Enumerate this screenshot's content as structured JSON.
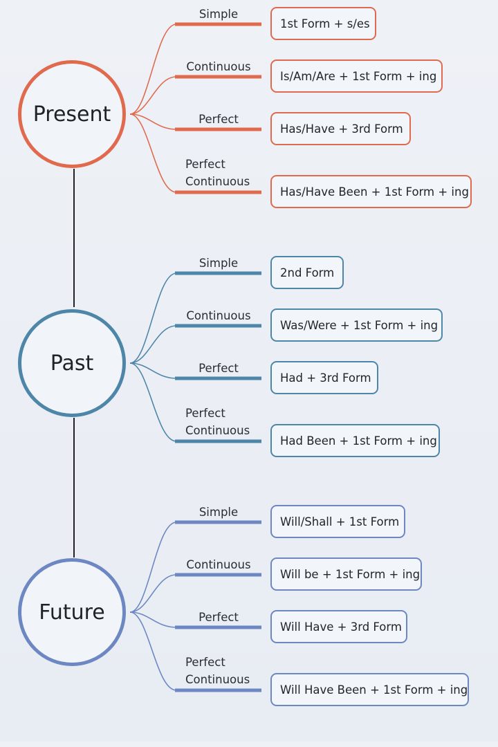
{
  "tenses": [
    {
      "name": "Present",
      "color": "#e06a4d",
      "aspects": [
        {
          "label": "Simple",
          "formula": "1st Form + s/es"
        },
        {
          "label": "Continuous",
          "formula": "Is/Am/Are + 1st Form + ing"
        },
        {
          "label": "Perfect",
          "formula": "Has/Have + 3rd Form"
        },
        {
          "label": "Perfect\nContinuous",
          "formula": "Has/Have Been + 1st Form + ing"
        }
      ]
    },
    {
      "name": "Past",
      "color": "#4e86a8",
      "aspects": [
        {
          "label": "Simple",
          "formula": "2nd Form"
        },
        {
          "label": "Continuous",
          "formula": "Was/Were + 1st Form + ing"
        },
        {
          "label": "Perfect",
          "formula": "Had + 3rd Form"
        },
        {
          "label": "Perfect\nContinuous",
          "formula": "Had Been + 1st Form + ing"
        }
      ]
    },
    {
      "name": "Future",
      "color": "#6d87c2",
      "aspects": [
        {
          "label": "Simple",
          "formula": "Will/Shall + 1st Form"
        },
        {
          "label": "Continuous",
          "formula": "Will be + 1st Form + ing"
        },
        {
          "label": "Perfect",
          "formula": "Will Have + 3rd Form"
        },
        {
          "label": "Perfect\nContinuous",
          "formula": "Will Have Been + 1st Form + ing"
        }
      ]
    }
  ]
}
